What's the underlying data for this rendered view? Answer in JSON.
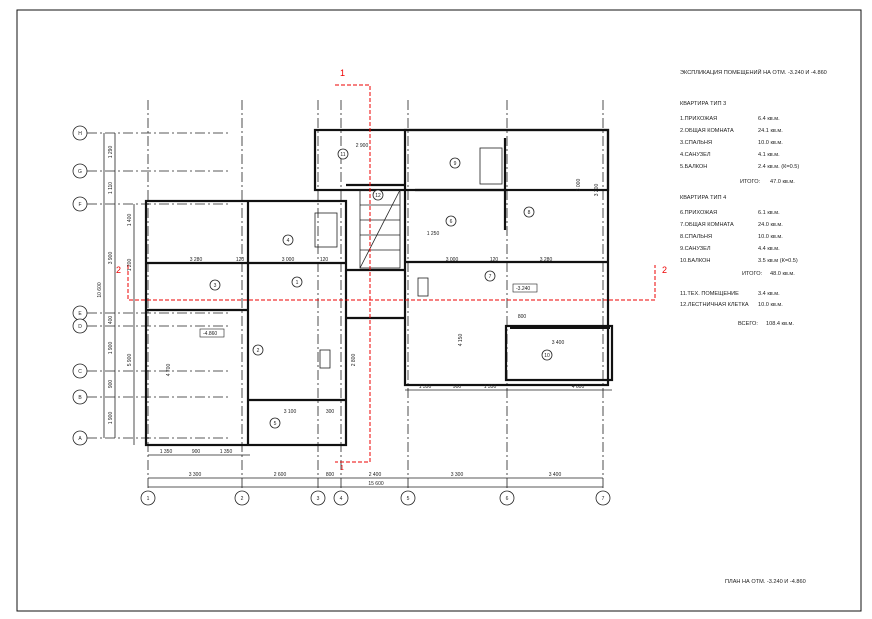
{
  "legend": {
    "title": "ЭКСПЛИКАЦИЯ ПОМЕЩЕНИЙ НА ОТМ. -3.240 И -4.860",
    "apt3": {
      "title": "КВАРТИРА ТИП 3",
      "rooms": [
        {
          "name": "1.ПРИХОЖАЯ",
          "area": "6.4 кв.м."
        },
        {
          "name": "2.ОБЩАЯ КОМНАТА",
          "area": "24.1 кв.м."
        },
        {
          "name": "3.СПАЛЬНЯ",
          "area": "10.0 кв.м."
        },
        {
          "name": "4.САНУЗЕЛ",
          "area": "4.1 кв.м."
        },
        {
          "name": "5.БАЛКОН",
          "area": "2.4 кв.м. (К=0.5)"
        }
      ],
      "total_label": "ИТОГО:",
      "total": "47.0 кв.м."
    },
    "apt4": {
      "title": "КВАРТИРА ТИП 4",
      "rooms": [
        {
          "name": "6.ПРИХОЖАЯ",
          "area": "6.1 кв.м."
        },
        {
          "name": "7.ОБЩАЯ КОМНАТА",
          "area": "24.0 кв.м."
        },
        {
          "name": "8.СПАЛЬНЯ",
          "area": "10.0 кв.м."
        },
        {
          "name": "9.САНУЗЕЛ",
          "area": "4.4 кв.м."
        },
        {
          "name": "10.БАЛКОН",
          "area": "3.5 кв.м (К=0.5)"
        }
      ],
      "total_label": "ИТОГО:",
      "total": "48.0 кв.м."
    },
    "other": [
      {
        "name": "11.ТЕХ. ПОМЕЩЕНИЕ",
        "area": "3.4 кв.м."
      },
      {
        "name": "12.ЛЕСТНИЧНАЯ КЛЕТКА",
        "area": "10.0 кв.м."
      }
    ],
    "grand_label": "ВСЕГО:",
    "grand_total": "108.4 кв.м."
  },
  "plan_caption": "ПЛАН НА ОТМ. -3.240 И -4.860",
  "axes": {
    "columns": [
      "1",
      "2",
      "3",
      "4",
      "5",
      "6",
      "7"
    ],
    "rows": [
      "H",
      "G",
      "F",
      "E",
      "D",
      "C",
      "B",
      "A"
    ]
  },
  "sections": {
    "s1": "1",
    "s2": "2"
  },
  "levels": [
    "-4.860",
    "-3.240"
  ],
  "rooms": [
    "1",
    "2",
    "3",
    "4",
    "5",
    "6",
    "7",
    "8",
    "9",
    "10",
    "11",
    "12"
  ],
  "dims": {
    "bottom_chain": [
      "3 300",
      "2 600",
      "800",
      "2 400",
      "3 300",
      "3 400"
    ],
    "bottom_total": "15 600",
    "bottom_left": [
      "1 350",
      "900",
      "1 350"
    ],
    "bottom_right": [
      "1 350",
      "900",
      "1 350",
      "4 600"
    ],
    "left_chain": [
      "1 290",
      "1 110",
      "3 900",
      "400",
      "1 900",
      "900",
      "1 900"
    ],
    "left_total": "10 600",
    "left_inner": [
      "1 400",
      "1 200",
      "5 900"
    ],
    "interior": [
      "3 280",
      "120",
      "3 000",
      "120",
      "3 000",
      "120",
      "3 280",
      "3 100",
      "300",
      "2 900",
      "1 250",
      "3 400",
      "800",
      "4 700",
      "2 800",
      "4 150",
      "3 000",
      "3 200"
    ]
  }
}
